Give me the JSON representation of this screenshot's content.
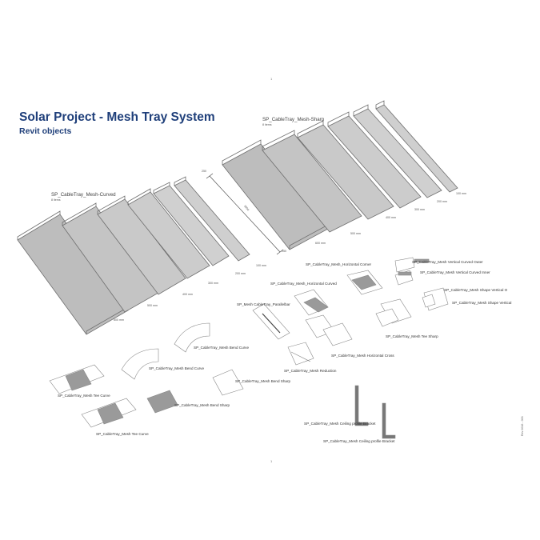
{
  "title": "Solar Project - Mesh Tray System",
  "subtitle": "Revit objects",
  "groups": {
    "curved_label": "SP_CableTray_Mesh-Curved",
    "curved_sub": "8 items",
    "sharp_label": "SP_CableTray_Mesh-Sharp",
    "sharp_sub": "8 items"
  },
  "dimensions": {
    "curved": [
      "600 mm",
      "500 mm",
      "400 mm",
      "300 mm",
      "200 mm",
      "100 mm"
    ],
    "sharp": [
      "600 mm",
      "500 mm",
      "400 mm",
      "300 mm",
      "200 mm",
      "100 mm"
    ],
    "diag_length": "3000",
    "diag_end_top": "250",
    "diag_end_bottom": "250"
  },
  "fittings": {
    "horizontal_corner": "SP_CableTray_Mesh_Horizontal Corner",
    "horizontal_curved": "SP_CableTray_Mesh_Horizontal Curved",
    "vertical_curved_outer": "SP_CableTray_Mesh Vertical Curved Outer",
    "vertical_curved_inner": "SP_CableTray_Mesh Vertical Curved Inner",
    "shape_vertical_outer": "SP_CableTray_Mesh Shape Vertical O",
    "shape_vertical": "SP_CableTray_Mesh Shape Vertical",
    "mesh_parallel": "SP_Mesh CableTray_Parallelbar",
    "tee_sharp": "SP_CableTray_Mesh Tee Sharp",
    "cross": "SP_CableTray_Mesh Horizontal Cross",
    "reduction": "SP_CableTray_Mesh Reduction",
    "bend_curve": "SP_CableTray_Mesh Bend Curve",
    "bend_curve2": "SP_CableTray_Mesh Bend Curve",
    "tee_curve": "SP_CableTray_Mesh Tee Curve",
    "bend_sharp": "SP_CableTray_Mesh Bend Sharp",
    "bend_sharp2": "SP_CableTray_Mesh Bend Sharp",
    "tee_curve2": "SP_CableTray_Mesh Tee Curve",
    "ceiling_bracket": "SP_CableTray_Mesh Ceiling profile Bracket",
    "ceiling_bracket2": "SP_CableTray_Mesh Ceiling profile Bracket"
  },
  "marks": {
    "top": "1",
    "bottom": "1"
  },
  "side_note": "Rev 2016 - 003",
  "colors": {
    "title": "#1f3f7a",
    "tray_fill": "#bdbdbd",
    "tray_edge": "#6e6e6e",
    "highlight": "#8c8c8c"
  }
}
